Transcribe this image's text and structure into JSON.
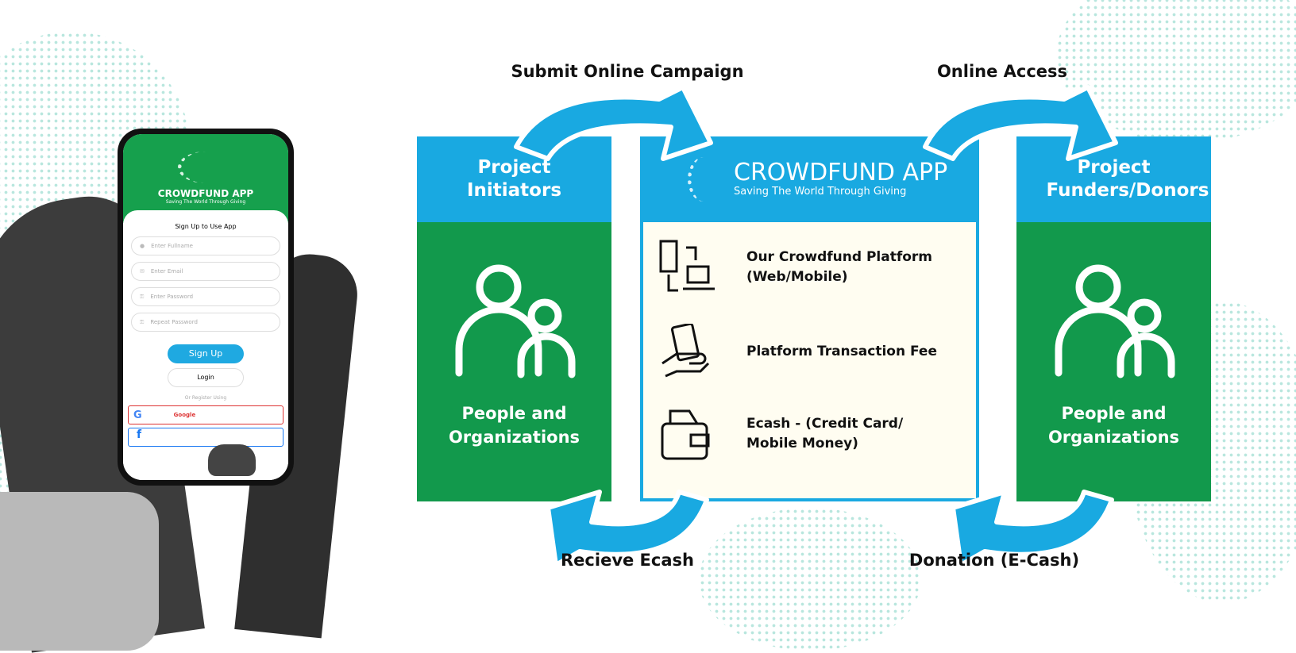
{
  "phone": {
    "app_name": "CROWDFUND APP",
    "tagline": "Saving The World Through Giving",
    "form_title": "Sign Up to Use App",
    "inputs": [
      {
        "placeholder": "Enter  Fullname",
        "icon": "user-icon"
      },
      {
        "placeholder": "Enter Email",
        "icon": "mail-icon"
      },
      {
        "placeholder": "Enter Password",
        "icon": "key-icon"
      },
      {
        "placeholder": "Repeat Password",
        "icon": "key-icon"
      }
    ],
    "signup": "Sign Up",
    "login": "Login",
    "or_register": "Or Register Using",
    "google": "Google",
    "google_glyph": "G",
    "facebook_glyph": "f"
  },
  "flows": {
    "submit": "Submit Online Campaign",
    "access": "Online Access",
    "receive": "Recieve Ecash",
    "donation": "Donation (E-Cash)"
  },
  "left": {
    "title": "Project Initiators",
    "body": "People and Organizations"
  },
  "center": {
    "brand": "CROWDFUND APP",
    "tagline": "Saving The World Through Giving",
    "items": [
      {
        "text": "Our Crowdfund Platform (Web/Mobile)",
        "icon": "computer-laptop-icon"
      },
      {
        "text": "Platform Transaction Fee",
        "icon": "hand-money-icon"
      },
      {
        "text": "Ecash - (Credit Card/ Mobile Money)",
        "icon": "wallet-icon"
      }
    ]
  },
  "right": {
    "title": "Project Funders/Donors",
    "body": "People and Organizations"
  },
  "colors": {
    "blue": "#19a9e1",
    "green": "#12994c",
    "cream": "#fffdf1"
  }
}
